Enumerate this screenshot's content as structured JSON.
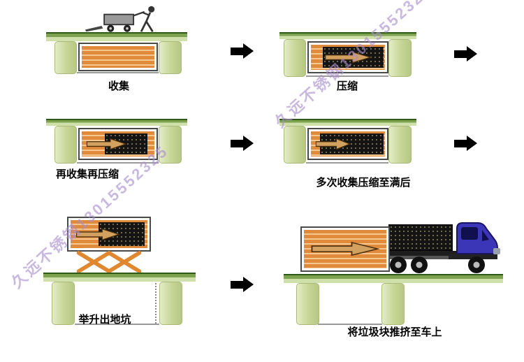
{
  "watermark": {
    "text": "久远不锈钢13015552325"
  },
  "stages": [
    {
      "label": "收集"
    },
    {
      "label": "压缩"
    },
    {
      "label": "再收集再压缩"
    },
    {
      "label": "多次收集压缩至满后"
    },
    {
      "label": "举升出地坑"
    },
    {
      "label": "将垃圾块推挤至车上"
    }
  ],
  "colors": {
    "container_orange": "#e08a3c",
    "container_stripe": "#f6c78f",
    "pit_wall_green": "#c7d596",
    "ground_dark_green": "#7da351",
    "ground_light_green": "#cfe0ab",
    "garbage_black": "#141414",
    "push_arrow_tan": "#d2a05f",
    "flow_arrow_black": "#000000",
    "truck_blue": "#3b35b8",
    "lift_orange": "#e0872f",
    "watermark_purple": "#a88ccd"
  }
}
